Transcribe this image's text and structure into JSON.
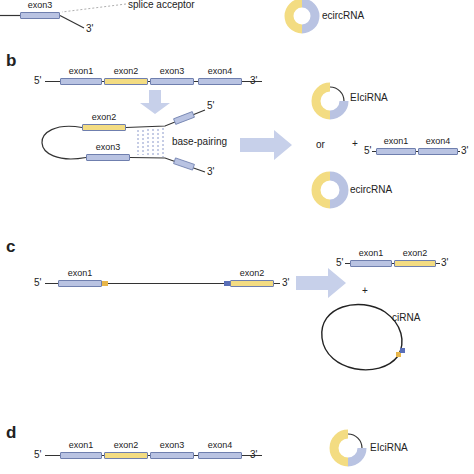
{
  "diagram": {
    "nodes": [
      {
        "text": [
          "exon3"
        ]
      },
      {
        "text": [
          "exon1"
        ]
      },
      {
        "text": [
          "exon2"
        ]
      },
      {
        "text": [
          "exon3"
        ]
      },
      {
        "text": [
          "exon4"
        ]
      },
      {
        "text": [
          "exon2"
        ]
      },
      {
        "text": [
          "exon3"
        ]
      },
      {
        "text": [
          "exon1"
        ]
      },
      {
        "text": [
          "exon4"
        ]
      },
      {
        "text": [
          "exon1"
        ]
      },
      {
        "text": [
          "exon2"
        ]
      },
      {
        "text": [
          "exon1"
        ]
      },
      {
        "text": [
          "exon2"
        ]
      },
      {
        "text": [
          "exon1"
        ]
      },
      {
        "text": [
          "exon2"
        ]
      },
      {
        "text": [
          "exon3"
        ]
      },
      {
        "text": [
          "exon4"
        ]
      }
    ],
    "labels": [
      "splice acceptor",
      "3'",
      "ecircRNA",
      "b",
      "5'",
      "3'",
      "5'",
      "base-pairing",
      "3'",
      "EIciRNA",
      "or",
      "+",
      "5'",
      "3'",
      "ecircRNA",
      "c",
      "5'",
      "3'",
      "5'",
      "3'",
      "+",
      "ciRNA",
      "d",
      "5'",
      "3'",
      "EIciRNA"
    ]
  }
}
